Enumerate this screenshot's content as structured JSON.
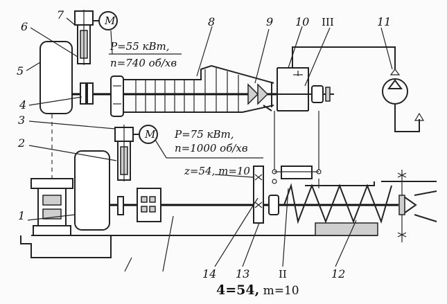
{
  "labels": {
    "n1": "1",
    "n2": "2",
    "n3": "3",
    "n4": "4",
    "n5": "5",
    "n6": "6",
    "n7": "7",
    "n8": "8",
    "n9": "9",
    "n10": "10",
    "n11": "11",
    "n12": "12",
    "n13": "13",
    "n14": "14",
    "roman2": "II",
    "roman3": "III"
  },
  "motors": {
    "top": {
      "symbol": "M",
      "power": "P=55 кВт,",
      "speed": "n=740 об/хв"
    },
    "middle": {
      "symbol": "M",
      "power": "P=75 кВт,",
      "speed": "n=1000 об/хв"
    }
  },
  "gear": {
    "spec": "z=54, m=10"
  },
  "bottom_caption": {
    "bold": "4=54,",
    "rest": " m=10"
  }
}
